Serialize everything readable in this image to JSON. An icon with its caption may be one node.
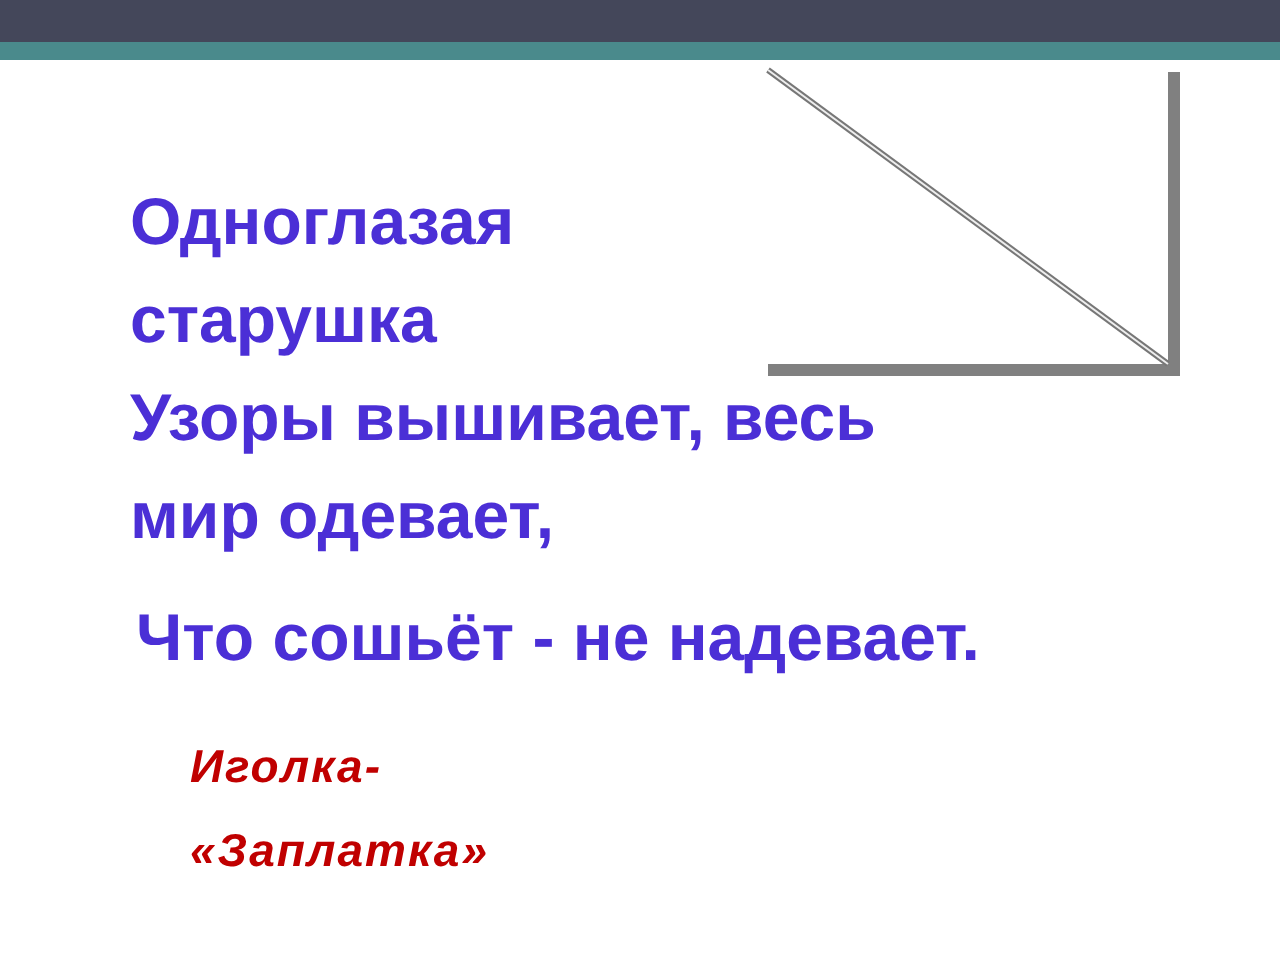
{
  "diagram": {
    "labels": [
      "Одноглазая старушка",
      "Узоры вышивает, весь мир одевает,",
      "Что сошьёт - не надевает.",
      "Иголка- «Заплатка»"
    ]
  }
}
